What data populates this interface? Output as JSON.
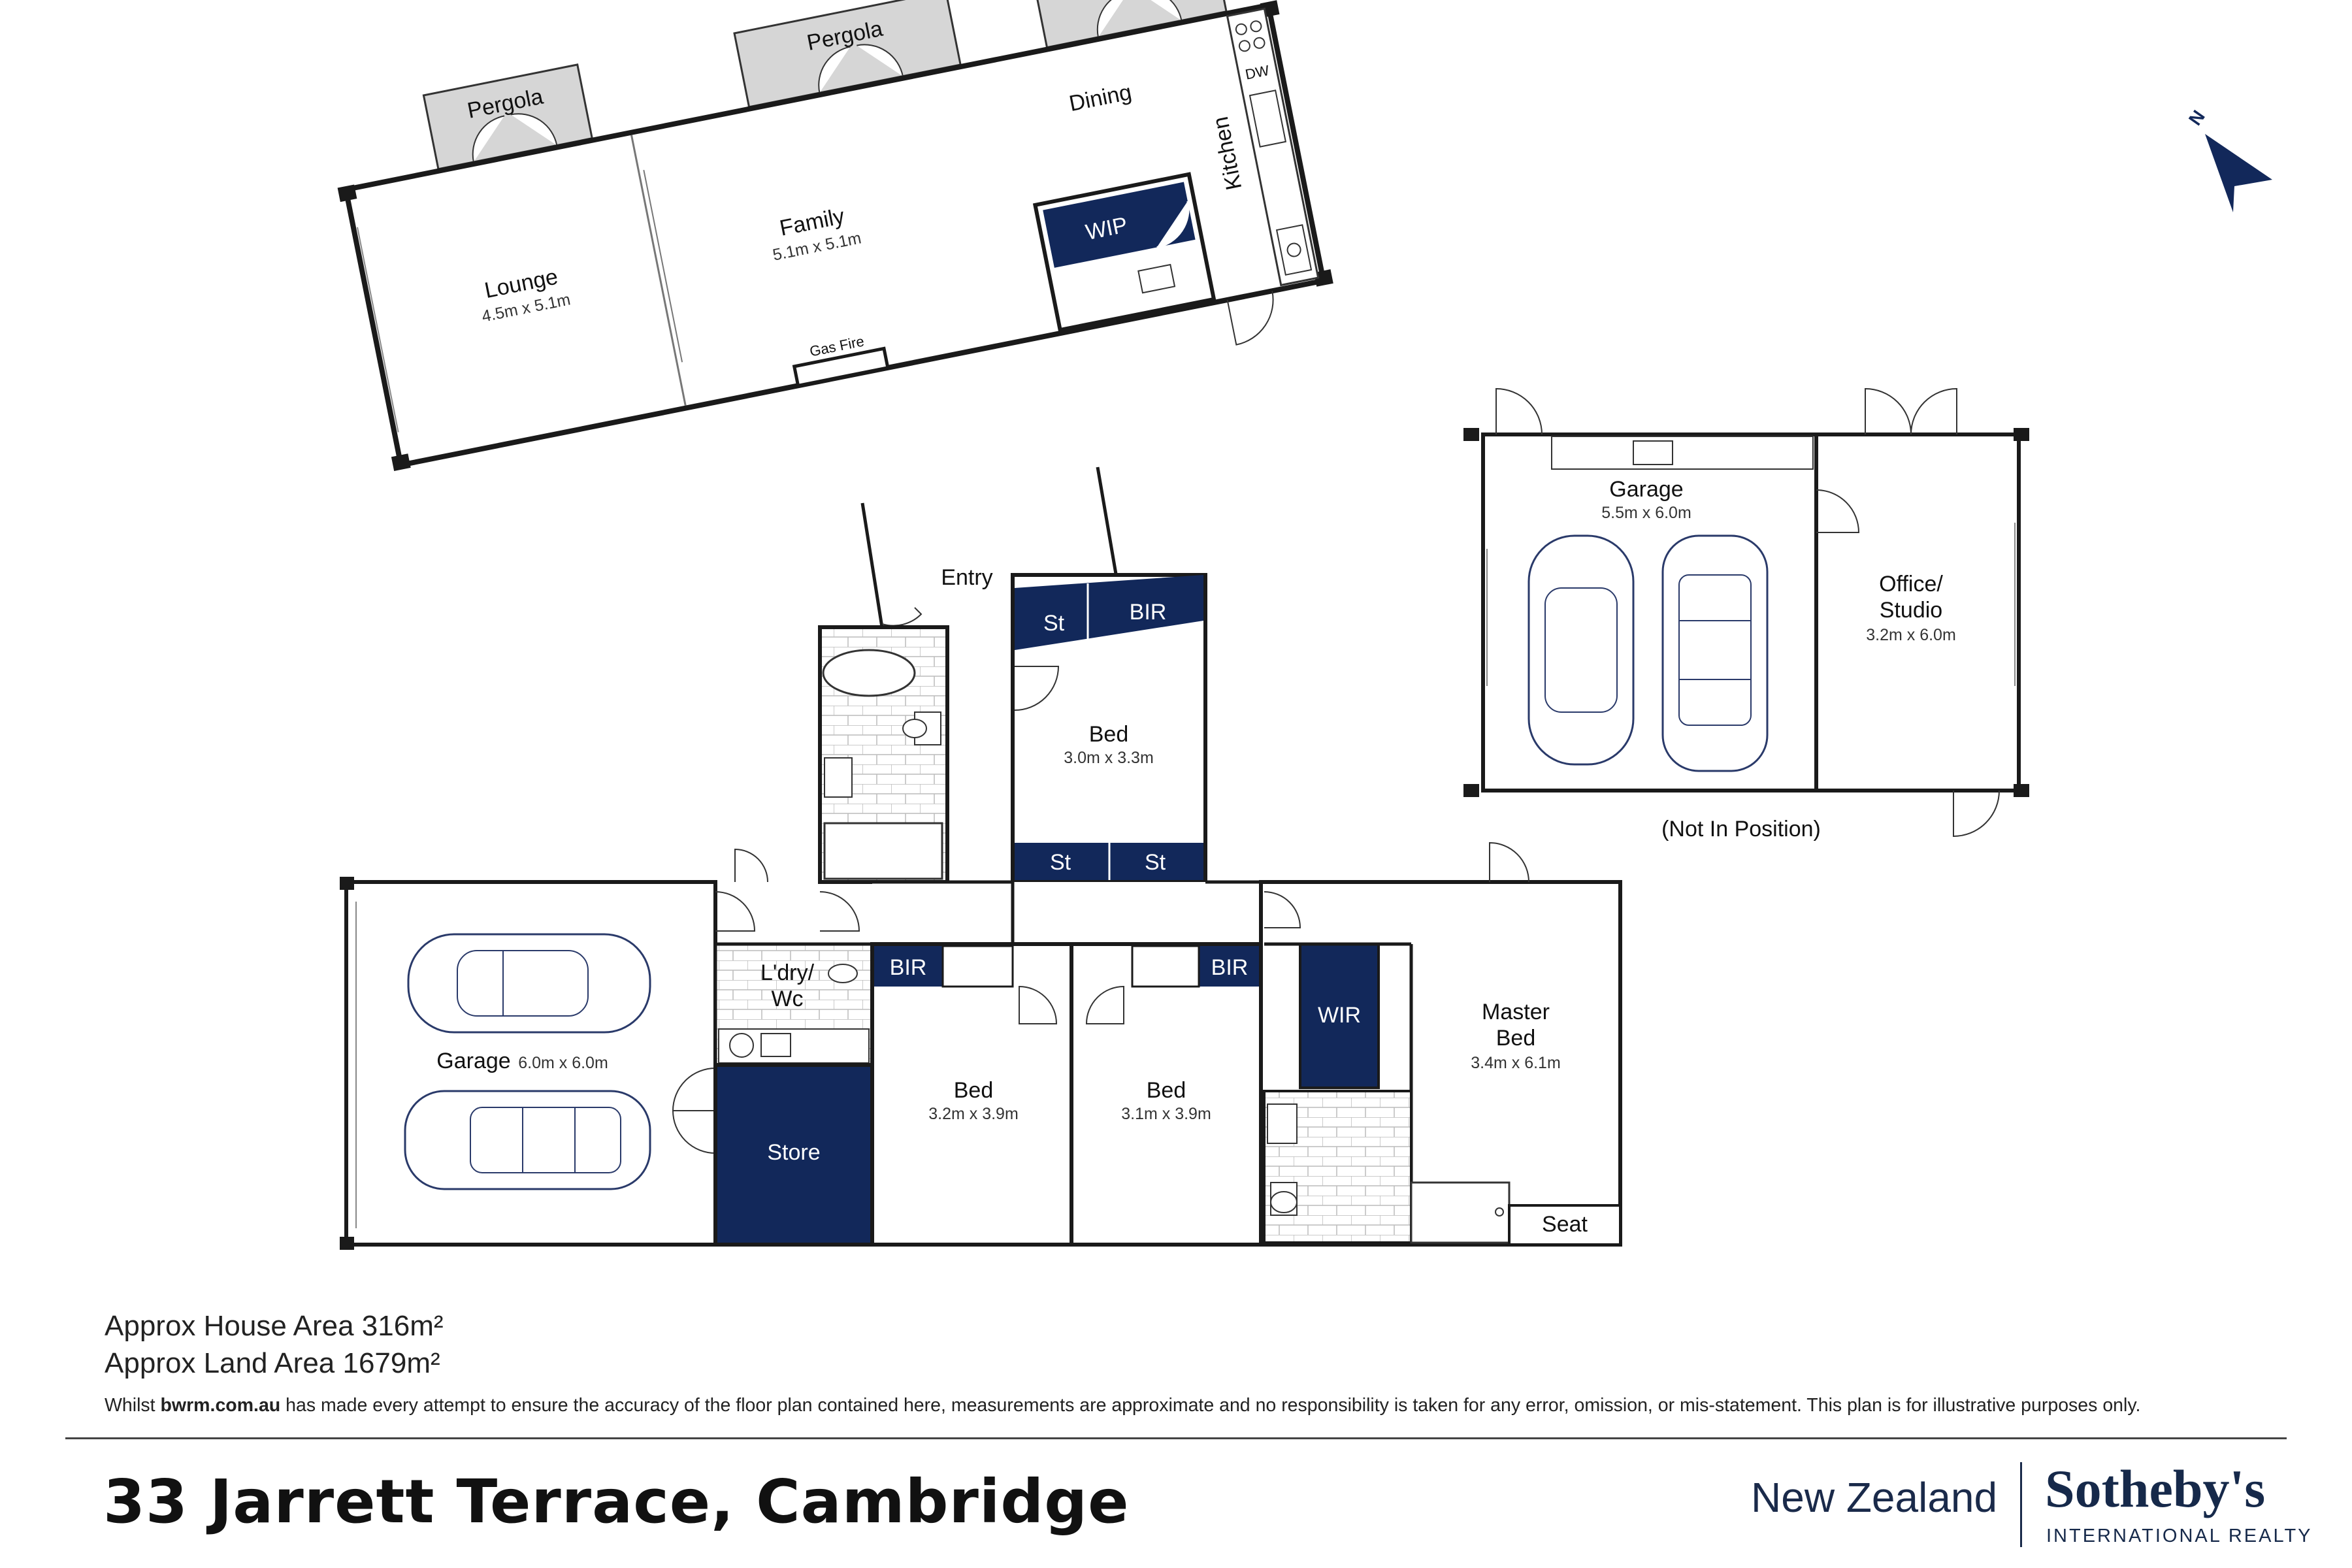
{
  "rooms": {
    "lounge": {
      "name": "Lounge",
      "size": "4.5m x 5.1m"
    },
    "family": {
      "name": "Family",
      "size": "5.1m x 5.1m"
    },
    "dining": {
      "name": "Dining"
    },
    "kitchen": {
      "name": "Kitchen"
    },
    "wip": {
      "name": "WIP"
    },
    "gas_fire": {
      "name": "Gas Fire"
    },
    "dw": {
      "name": "DW"
    },
    "entry": {
      "name": "Entry"
    },
    "pergola": {
      "name": "Pergola"
    },
    "bed_north": {
      "name": "Bed",
      "size": "3.0m x 3.3m"
    },
    "st": {
      "name": "St"
    },
    "bir": {
      "name": "BIR"
    },
    "garage_main": {
      "name": "Garage",
      "size": "6.0m x 6.0m"
    },
    "laundry": {
      "line1": "L'dry/",
      "line2": "Wc"
    },
    "store": {
      "name": "Store"
    },
    "bed_2": {
      "name": "Bed",
      "size": "3.2m x 3.9m"
    },
    "bed_3": {
      "name": "Bed",
      "size": "3.1m x 3.9m"
    },
    "wir": {
      "name": "WIR"
    },
    "master": {
      "line1": "Master",
      "line2": "Bed",
      "size": "3.4m x 6.1m"
    },
    "seat": {
      "name": "Seat"
    },
    "garage_detached": {
      "name": "Garage",
      "size": "5.5m x 6.0m"
    },
    "office": {
      "line1": "Office/",
      "line2": "Studio",
      "size": "3.2m x 6.0m"
    },
    "not_in_position": {
      "name": "(Not In Position)"
    }
  },
  "compass": {
    "label": "N"
  },
  "areas": {
    "house": "Approx House Area 316m²",
    "land": "Approx Land Area 1679m²"
  },
  "disclaimer": {
    "prefix": "Whilst",
    "site": "bwrm.com.au",
    "text": "has made every attempt to ensure the accuracy of the floor plan contained here, measurements are approximate and no responsibility is taken for any error, omission, or mis-statement. This plan is for illustrative purposes only."
  },
  "address": "33 Jarrett Terrace, Cambridge",
  "brand": {
    "region": "New Zealand",
    "name": "Sotheby's",
    "sub": "INTERNATIONAL REALTY"
  },
  "colors": {
    "accent_navy": "#12285a",
    "wall": "#1a1a1a",
    "pergola": "#d6d6d6",
    "tile_line": "#bcbcbc"
  }
}
